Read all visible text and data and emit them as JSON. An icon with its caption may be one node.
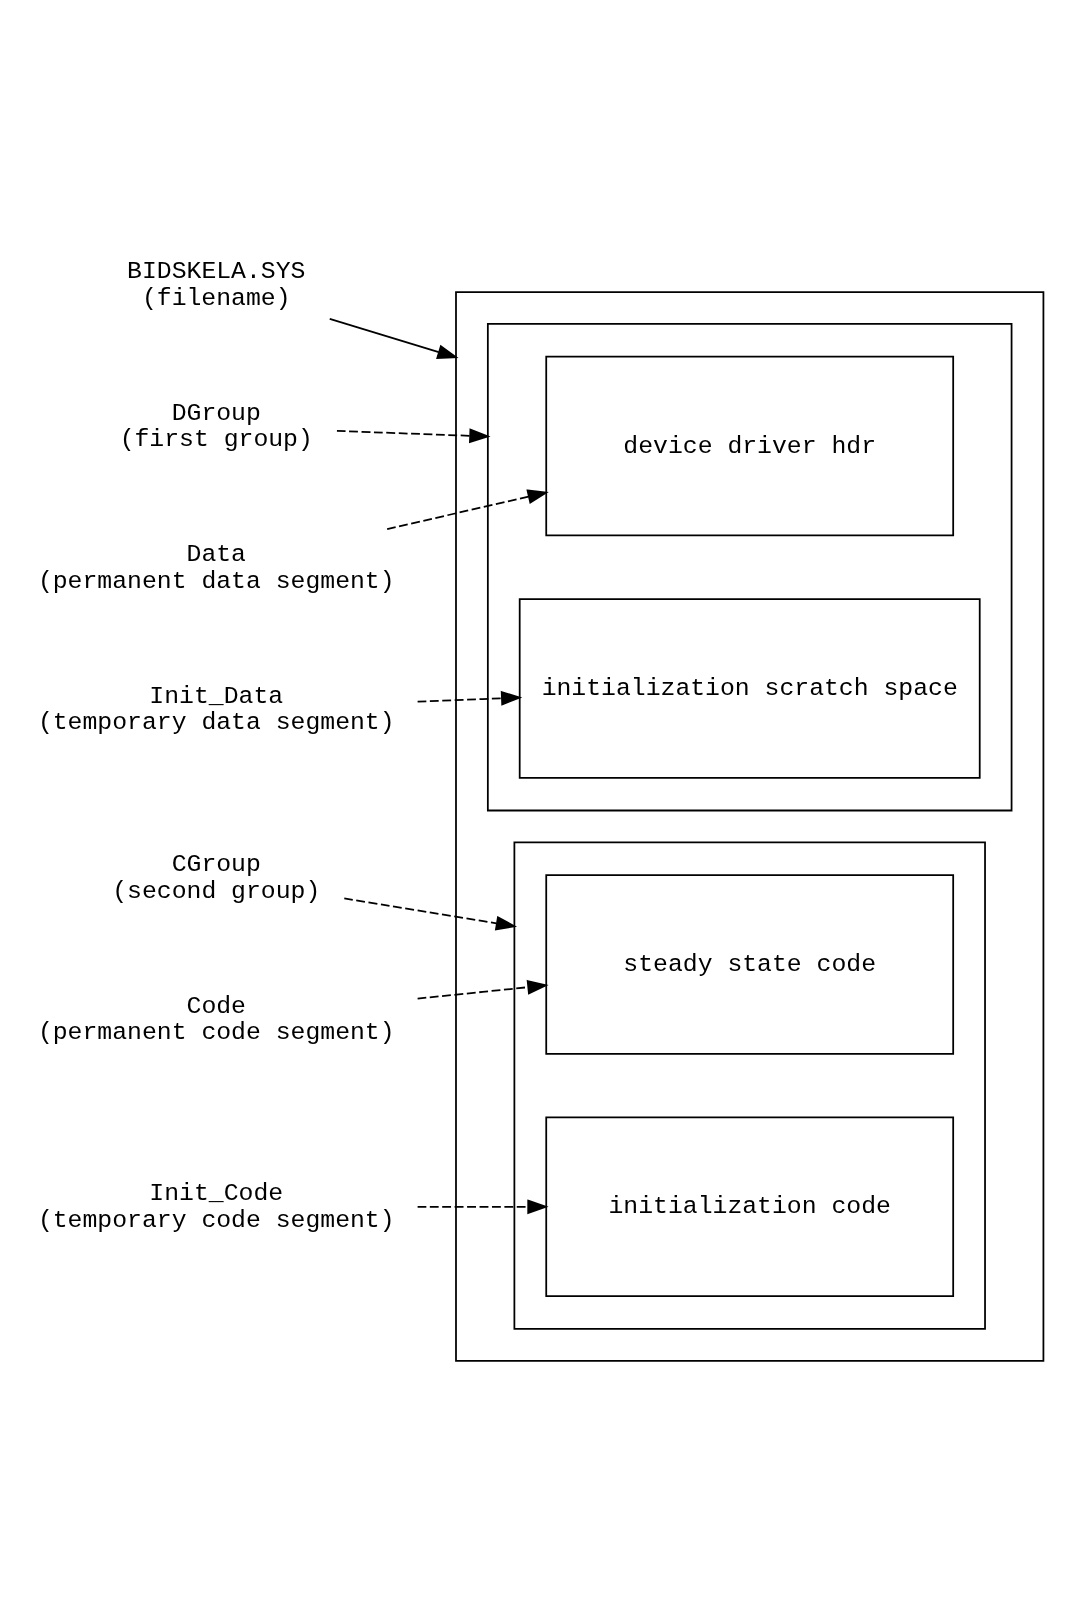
{
  "diagram": {
    "nodes": [
      {
        "text": [],
        "shape": "box"
      },
      {
        "text": [],
        "shape": "box",
        "in": 0
      },
      {
        "text": [
          "device driver hdr"
        ],
        "in": 1
      },
      {
        "text": [
          "initialization scratch space"
        ],
        "in": 1
      },
      {
        "text": [],
        "shape": "box",
        "in": 0
      },
      {
        "text": [
          "steady state code"
        ],
        "in": 4
      },
      {
        "text": [
          "initialization code"
        ],
        "in": 4
      },
      {
        "text": [
          "BIDSKELA.SYS",
          "(filename)"
        ]
      },
      {
        "text": [
          "DGroup",
          "(first group)"
        ]
      },
      {
        "text": [
          "Data",
          "(permanent data segment)"
        ]
      },
      {
        "text": [
          "Init_Data",
          "(temporary data segment)"
        ]
      },
      {
        "text": [
          "CGroup",
          "(second group)"
        ]
      },
      {
        "text": [
          "Code",
          "(permanent code segment)"
        ]
      },
      {
        "text": [
          "Init_Code",
          "(temporary code segment)"
        ]
      }
    ],
    "edges": [
      {
        "from": 7,
        "to": 0,
        "arrow": "to"
      },
      {
        "from": 8,
        "to": 1,
        "arrow": "to",
        "style": "dashed"
      },
      {
        "from": 9,
        "to": 2,
        "arrow": "to",
        "style": "dashed"
      },
      {
        "from": 10,
        "to": 3,
        "arrow": "to",
        "style": "dashed"
      },
      {
        "from": 11,
        "to": 4,
        "arrow": "to",
        "style": "dashed"
      },
      {
        "from": 12,
        "to": 5,
        "arrow": "to",
        "style": "dashed"
      },
      {
        "from": 13,
        "to": 6,
        "arrow": "to",
        "style": "dashed"
      }
    ]
  }
}
